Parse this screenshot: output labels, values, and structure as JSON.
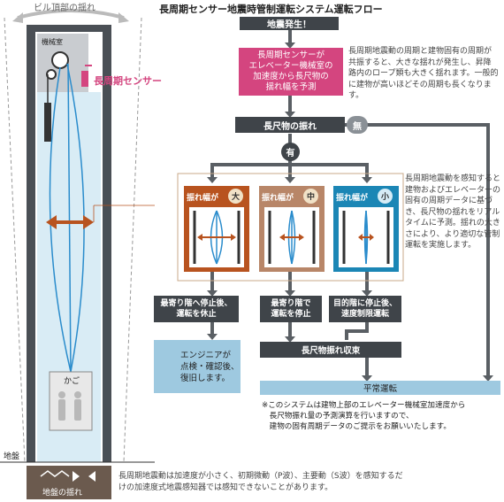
{
  "page_title": "長周期センサー地震時管制運転システム運転フロー",
  "building": {
    "top_sway_label": "ビル頂部の揺れ",
    "machine_room_label": "機械室",
    "sensor_label": "長周期センサー",
    "car_label": "かご",
    "ground_label": "地盤",
    "ground_sway_label": "地盤の揺れ",
    "footnote": "長周期地震動は加速度が小さく、初期微動（P波）、主要動（S波）を感知するだけの加速度式地震感知器では感知できないことがあります。"
  },
  "flow": {
    "start": "地震発生！",
    "predict": "長周期センサーが\nエレベーター機械室の\n加速度から長尺物の\n揺れ幅を予測",
    "predict_note": "長周期地震動の周期と建物固有の周期が共振すると、大きな揺れが発生し、昇降路内のロープ類も大きく揺れます。一般的に建物が高いほどその周期も長くなります。",
    "decision": "長尺物の振れ",
    "no_label": "無",
    "yes_label": "有",
    "amp_label": "振れ幅が",
    "levels": [
      {
        "size": "大",
        "color": "#b8531f",
        "action": "最寄り階へ停止後、\n運転を休止"
      },
      {
        "size": "中",
        "color": "#b88668",
        "action": "最寄り階で\n運転を停止"
      },
      {
        "size": "小",
        "color": "#1b86b5",
        "action": "目的階に停止後、\n速度制限運転"
      }
    ],
    "levels_note": "長周期地震動を感知すると建物およびエレベーターの固有の周期データに基づき、長尺物の揺れをリアルタイムに予測。揺れの大きさにより、より適切な管制運転を実施します。",
    "engineer": "エンジニアが\n点検・確認後、\n復旧します。",
    "converge": "長尺物振れ収束",
    "normal": "平常運転",
    "system_note": "※このシステムは建物上部のエレベーター機械室加速度から\n　長尺物振れ量の予測演算を行いますので、\n　建物の固有周期データのご提示をお願いいたします。"
  },
  "colors": {
    "dark": "#3f4449",
    "pink": "#d4457f",
    "light_blue": "#9ec9e0",
    "gray": "#8a9096"
  }
}
